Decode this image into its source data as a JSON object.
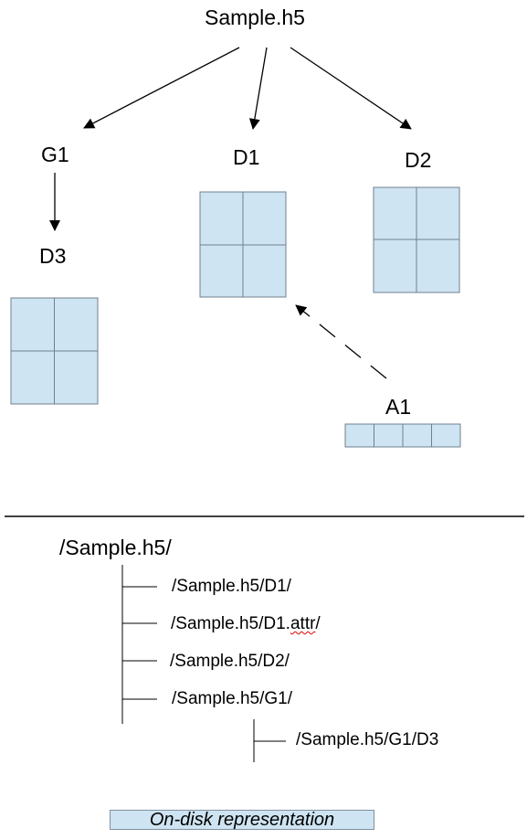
{
  "file": {
    "label": "Sample.h5"
  },
  "objects": {
    "g1": {
      "label": "G1"
    },
    "d1": {
      "label": "D1"
    },
    "d2": {
      "label": "D2"
    },
    "d3": {
      "label": "D3"
    },
    "a1": {
      "label": "A1"
    }
  },
  "tree": {
    "root": "/Sample.h5/",
    "d1_path": "/Sample.h5/D1/",
    "d1_attr_prefix": "/Sample.h5/D1.",
    "d1_attr_word": "attr",
    "d1_attr_suffix": "/",
    "d2_path": "/Sample.h5/D2/",
    "g1_path": "/Sample.h5/G1/",
    "d3_path": "/Sample.h5/G1/D3"
  },
  "caption": "On-disk representation",
  "colors": {
    "cell_fill": "#cfe4f2",
    "cell_stroke": "#6f7f8f",
    "line": "#000000"
  }
}
